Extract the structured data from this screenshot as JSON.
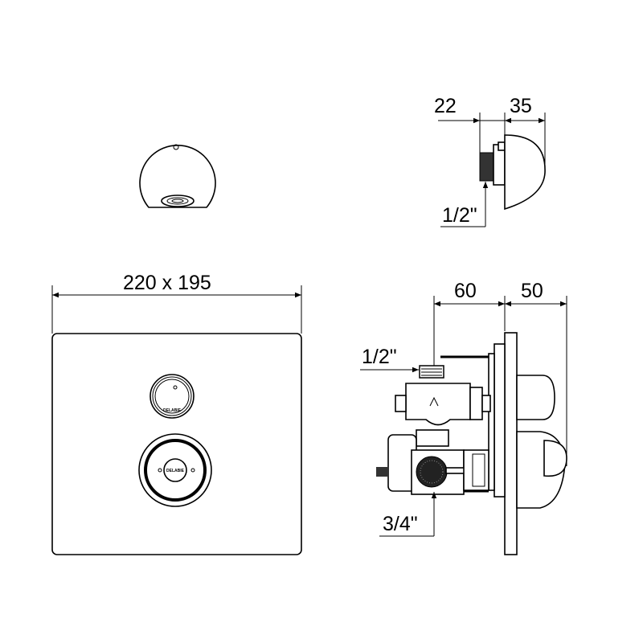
{
  "dimensions": {
    "side_top_a": "22",
    "side_top_b": "35",
    "side_top_thread": "1/2\"",
    "plate_size": "220 x 195",
    "side_bottom_a": "60",
    "side_bottom_b": "50",
    "inlet_top": "1/2\"",
    "inlet_bottom": "3/4\""
  },
  "logo_text": "DELABIE",
  "colors": {
    "line": "#000000",
    "background": "#ffffff"
  }
}
